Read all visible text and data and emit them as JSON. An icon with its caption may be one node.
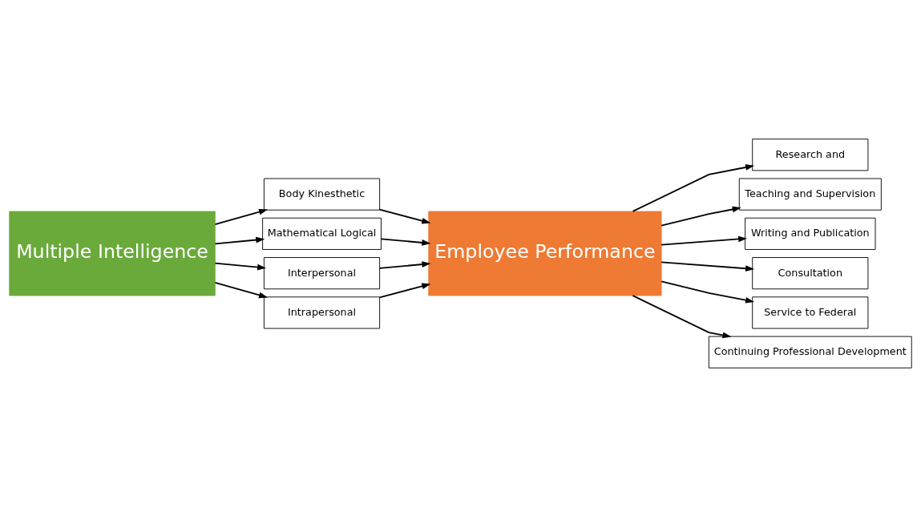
{
  "diagram": {
    "nodes": [
      {
        "text": [
          "Multiple Intelligence"
        ]
      },
      {
        "text": [
          "Body Kinesthetic"
        ]
      },
      {
        "text": [
          "Mathematical Logical"
        ]
      },
      {
        "text": [
          "Interpersonal"
        ]
      },
      {
        "text": [
          "Intrapersonal"
        ]
      },
      {
        "text": [
          "Employee Performance"
        ]
      },
      {
        "text": [
          "Research and"
        ]
      },
      {
        "text": [
          "Teaching and Supervision"
        ]
      },
      {
        "text": [
          "Writing and Publication"
        ]
      },
      {
        "text": [
          "Consultation"
        ]
      },
      {
        "text": [
          "Service to Federal"
        ]
      },
      {
        "text": [
          "Continuing Professional Development"
        ]
      }
    ],
    "edges": [
      {
        "from": 0,
        "to": 1,
        "arrow": "to"
      },
      {
        "from": 0,
        "to": 2,
        "arrow": "to"
      },
      {
        "from": 0,
        "to": 3,
        "arrow": "to"
      },
      {
        "from": 0,
        "to": 4,
        "arrow": "to"
      },
      {
        "from": 1,
        "to": 5,
        "arrow": "to"
      },
      {
        "from": 2,
        "to": 5,
        "arrow": "to"
      },
      {
        "from": 3,
        "to": 5,
        "arrow": "to"
      },
      {
        "from": 4,
        "to": 5,
        "arrow": "to"
      },
      {
        "from": 5,
        "to": 6,
        "arrow": "to"
      },
      {
        "from": 5,
        "to": 7,
        "arrow": "to"
      },
      {
        "from": 5,
        "to": 8,
        "arrow": "to"
      },
      {
        "from": 5,
        "to": 9,
        "arrow": "to"
      },
      {
        "from": 5,
        "to": 10,
        "arrow": "to"
      },
      {
        "from": 5,
        "to": 11,
        "arrow": "to"
      }
    ]
  }
}
